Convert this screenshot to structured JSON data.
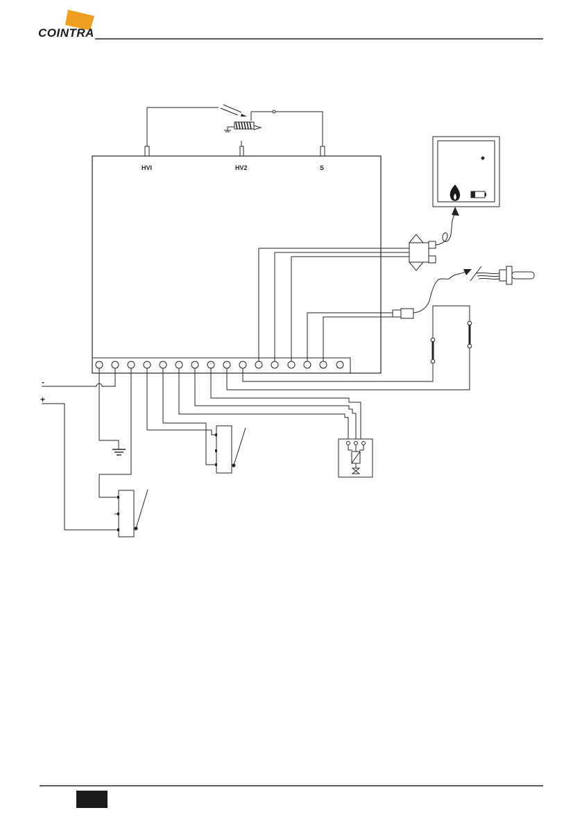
{
  "header": {
    "brand": "COINTRA",
    "colors": {
      "accent": "#f0a020",
      "ink": "#1a1a1a"
    }
  },
  "diagram": {
    "board_labels": {
      "hv1": "HVI",
      "hv2": "HV2",
      "s": "S"
    },
    "supply_labels": {
      "minus": "-",
      "plus": "+"
    },
    "icons": [
      "flame-icon",
      "battery-icon",
      "water-valve-icon",
      "ground-icon",
      "spark-electrode-icon",
      "temperature-probe-icon"
    ]
  }
}
